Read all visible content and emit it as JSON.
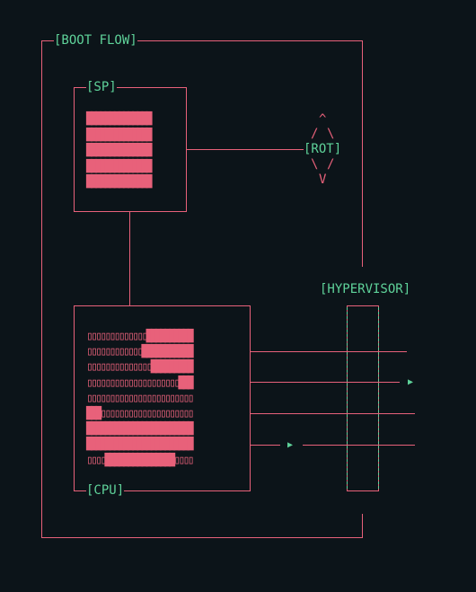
{
  "labels": {
    "boot_flow": "[BOOT FLOW]",
    "sp": "[SP]",
    "rot": "[ROT]",
    "hypervisor": "[HYPERVISOR]",
    "cpu": "[CPU]"
  },
  "sp_grid": [
    "▉▉▉▉▉▉▉▉▉▉▉▉▉▉",
    "▉▉▉▉▉▉▉▉▉▉▉▉▉▉",
    "▉▉▉▉▉▉▉▉▉▉▉▉▉▉",
    "▉▉▉▉▉▉▉▉▉▉▉▉▉▉",
    "▉▉▉▉▉▉▉▉▉▉▉▉▉▉"
  ],
  "cpu_grid": [
    "▯▯▯▯▯▯▯▯▯▯▯▯▯▉▉▉▉▉▉▉▉▉▉",
    "▯▯▯▯▯▯▯▯▯▯▯▯▉▉▉▉▉▉▉▉▉▉▉",
    "▯▯▯▯▯▯▯▯▯▯▯▯▯▯▉▉▉▉▉▉▉▉▉",
    "▯▯▯▯▯▯▯▯▯▯▯▯▯▯▯▯▯▯▯▯▉▉▉",
    "▯▯▯▯▯▯▯▯▯▯▯▯▯▯▯▯▯▯▯▯▯▯▯",
    "▉▉▉▯▯▯▯▯▯▯▯▯▯▯▯▯▯▯▯▯▯▯▯",
    "▉▉▉▉▉▉▉▉▉▉▉▉▉▉▉▉▉▉▉▉▉▉▉",
    "▉▉▉▉▉▉▉▉▉▉▉▉▉▉▉▉▉▉▉▉▉▉▉",
    "▯▯▯▯▉▉▉▉▉▉▉▉▉▉▉▉▉▉▉▯▯▯▯"
  ],
  "rot_glyphs": {
    "top": "^",
    "up_left": "/",
    "up_right": "\\",
    "down_left": "\\",
    "down_right": "/",
    "bottom": "V"
  },
  "arrow_glyph": "▶",
  "colors": {
    "background": "#0c1419",
    "lines": "#e8617a",
    "labels": "#5fd39a"
  }
}
